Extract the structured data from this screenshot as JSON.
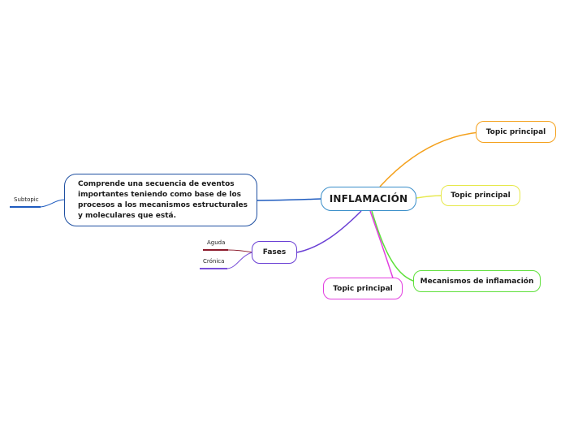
{
  "central": {
    "label": "INFLAMACIÓN"
  },
  "description": {
    "text": "Comprende una secuencia de eventos importantes teniendo como base de los procesos a los  mecanismos estructurales y moleculares que está."
  },
  "subtopic": {
    "label": "Subtopic"
  },
  "topics": [
    {
      "label": "Topic principal",
      "color": "#f4a11d"
    },
    {
      "label": "Topic principal",
      "color": "#e6e84a"
    },
    {
      "label": "Mecanismos de inflamación",
      "color": "#5ee03a"
    },
    {
      "label": "Topic principal",
      "color": "#e23ee0"
    }
  ],
  "fases": {
    "label": "Fases",
    "color": "#6a3fd4",
    "children": [
      {
        "label": "Aguda",
        "color": "#8b1a2b"
      },
      {
        "label": "Crónica",
        "color": "#7a4fd8"
      }
    ]
  },
  "colors": {
    "center": "#3a8ec9",
    "description": "#1e4fa1",
    "subtopic": "#1e5bbf"
  }
}
